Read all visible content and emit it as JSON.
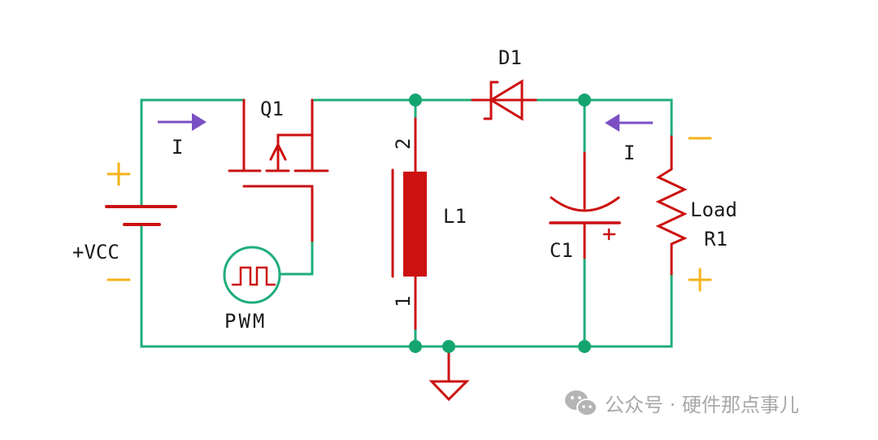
{
  "diagram": {
    "type": "Boost converter schematic (inverting/buck-boost topology)",
    "colors": {
      "wire": "#1fae7a",
      "component": "#cc1111",
      "node": "#14a56e",
      "polarity": "#f5b21a",
      "current_arrow": "#7b4fc4",
      "label": "#1a1a1a",
      "watermark": "#a8a8a8"
    },
    "components": {
      "source": {
        "label": "+VCC",
        "plus": "+",
        "minus": "−"
      },
      "switch": {
        "label": "Q1"
      },
      "pwm": {
        "label": "PWM"
      },
      "inductor": {
        "label": "L1",
        "pin1": "1",
        "pin2": "2"
      },
      "diode": {
        "label": "D1"
      },
      "capacitor": {
        "label": "C1",
        "polarity_mark": "+"
      },
      "load": {
        "label_line1": "Load",
        "label_line2": "R1",
        "top_sign": "−",
        "bottom_sign": "+"
      }
    },
    "current_labels": {
      "left": "I",
      "right": "I"
    }
  },
  "watermark": {
    "icon": "wechat-icon",
    "text": "公众号 · 硬件那点事儿"
  }
}
